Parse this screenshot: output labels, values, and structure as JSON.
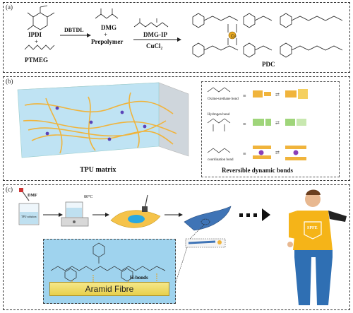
{
  "panel_a": {
    "label": "(a)",
    "ipdi": "IPDI",
    "plus1": "+",
    "ptmeg": "PTMEG",
    "dbtdl": "DBTDL",
    "dmg": "DMG",
    "plus2": "+",
    "prepolymer": "Prepolymer",
    "dmg_ip": "DMG-IP",
    "cucl2": "CuCl₂",
    "pdc": "PDC"
  },
  "panel_b": {
    "label": "(b)",
    "tpu_matrix": "TPU matrix",
    "reversible": "Reversible dynamic bonds",
    "bond1": "Oxime-urethane bond",
    "bond2": "Hydrogen bond",
    "bond3": "coordination bond"
  },
  "panel_c": {
    "label": "(c)",
    "dmf": "DMF",
    "tpu_solution": "TPU solution",
    "temp": "80°C",
    "h_bonds": "H-bonds",
    "aramid": "Aramid Fibre",
    "shirt_text": "SPFE"
  },
  "colors": {
    "fibre": "#f0b43c",
    "matrix": "#bfe3f3",
    "shirt": "#f5b418",
    "jeans": "#2f6fb3",
    "aramid_bg": "#9fd3ee"
  }
}
